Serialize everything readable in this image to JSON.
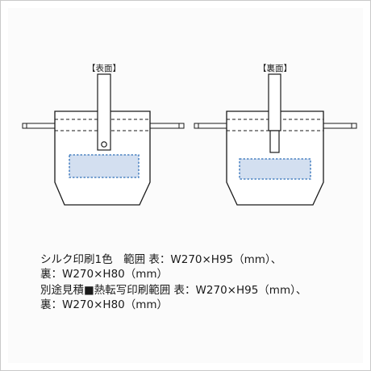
{
  "labels": {
    "front": "【表面】",
    "back": "【裏面】"
  },
  "specs": {
    "silk": {
      "line1": "シルク印刷1色　範囲 表：W270×H95（mm）、",
      "line2": "裏：W270×H80（mm）"
    },
    "transfer": {
      "line1": "別途見積■熱転写印刷範囲 表：W270×H95（mm）、",
      "line2": "裏：W270×H80（mm）"
    }
  },
  "colors": {
    "stroke": "#1a1a1a",
    "print_area_fill": "#d3dff0",
    "print_area_border": "#2f6fb8"
  }
}
